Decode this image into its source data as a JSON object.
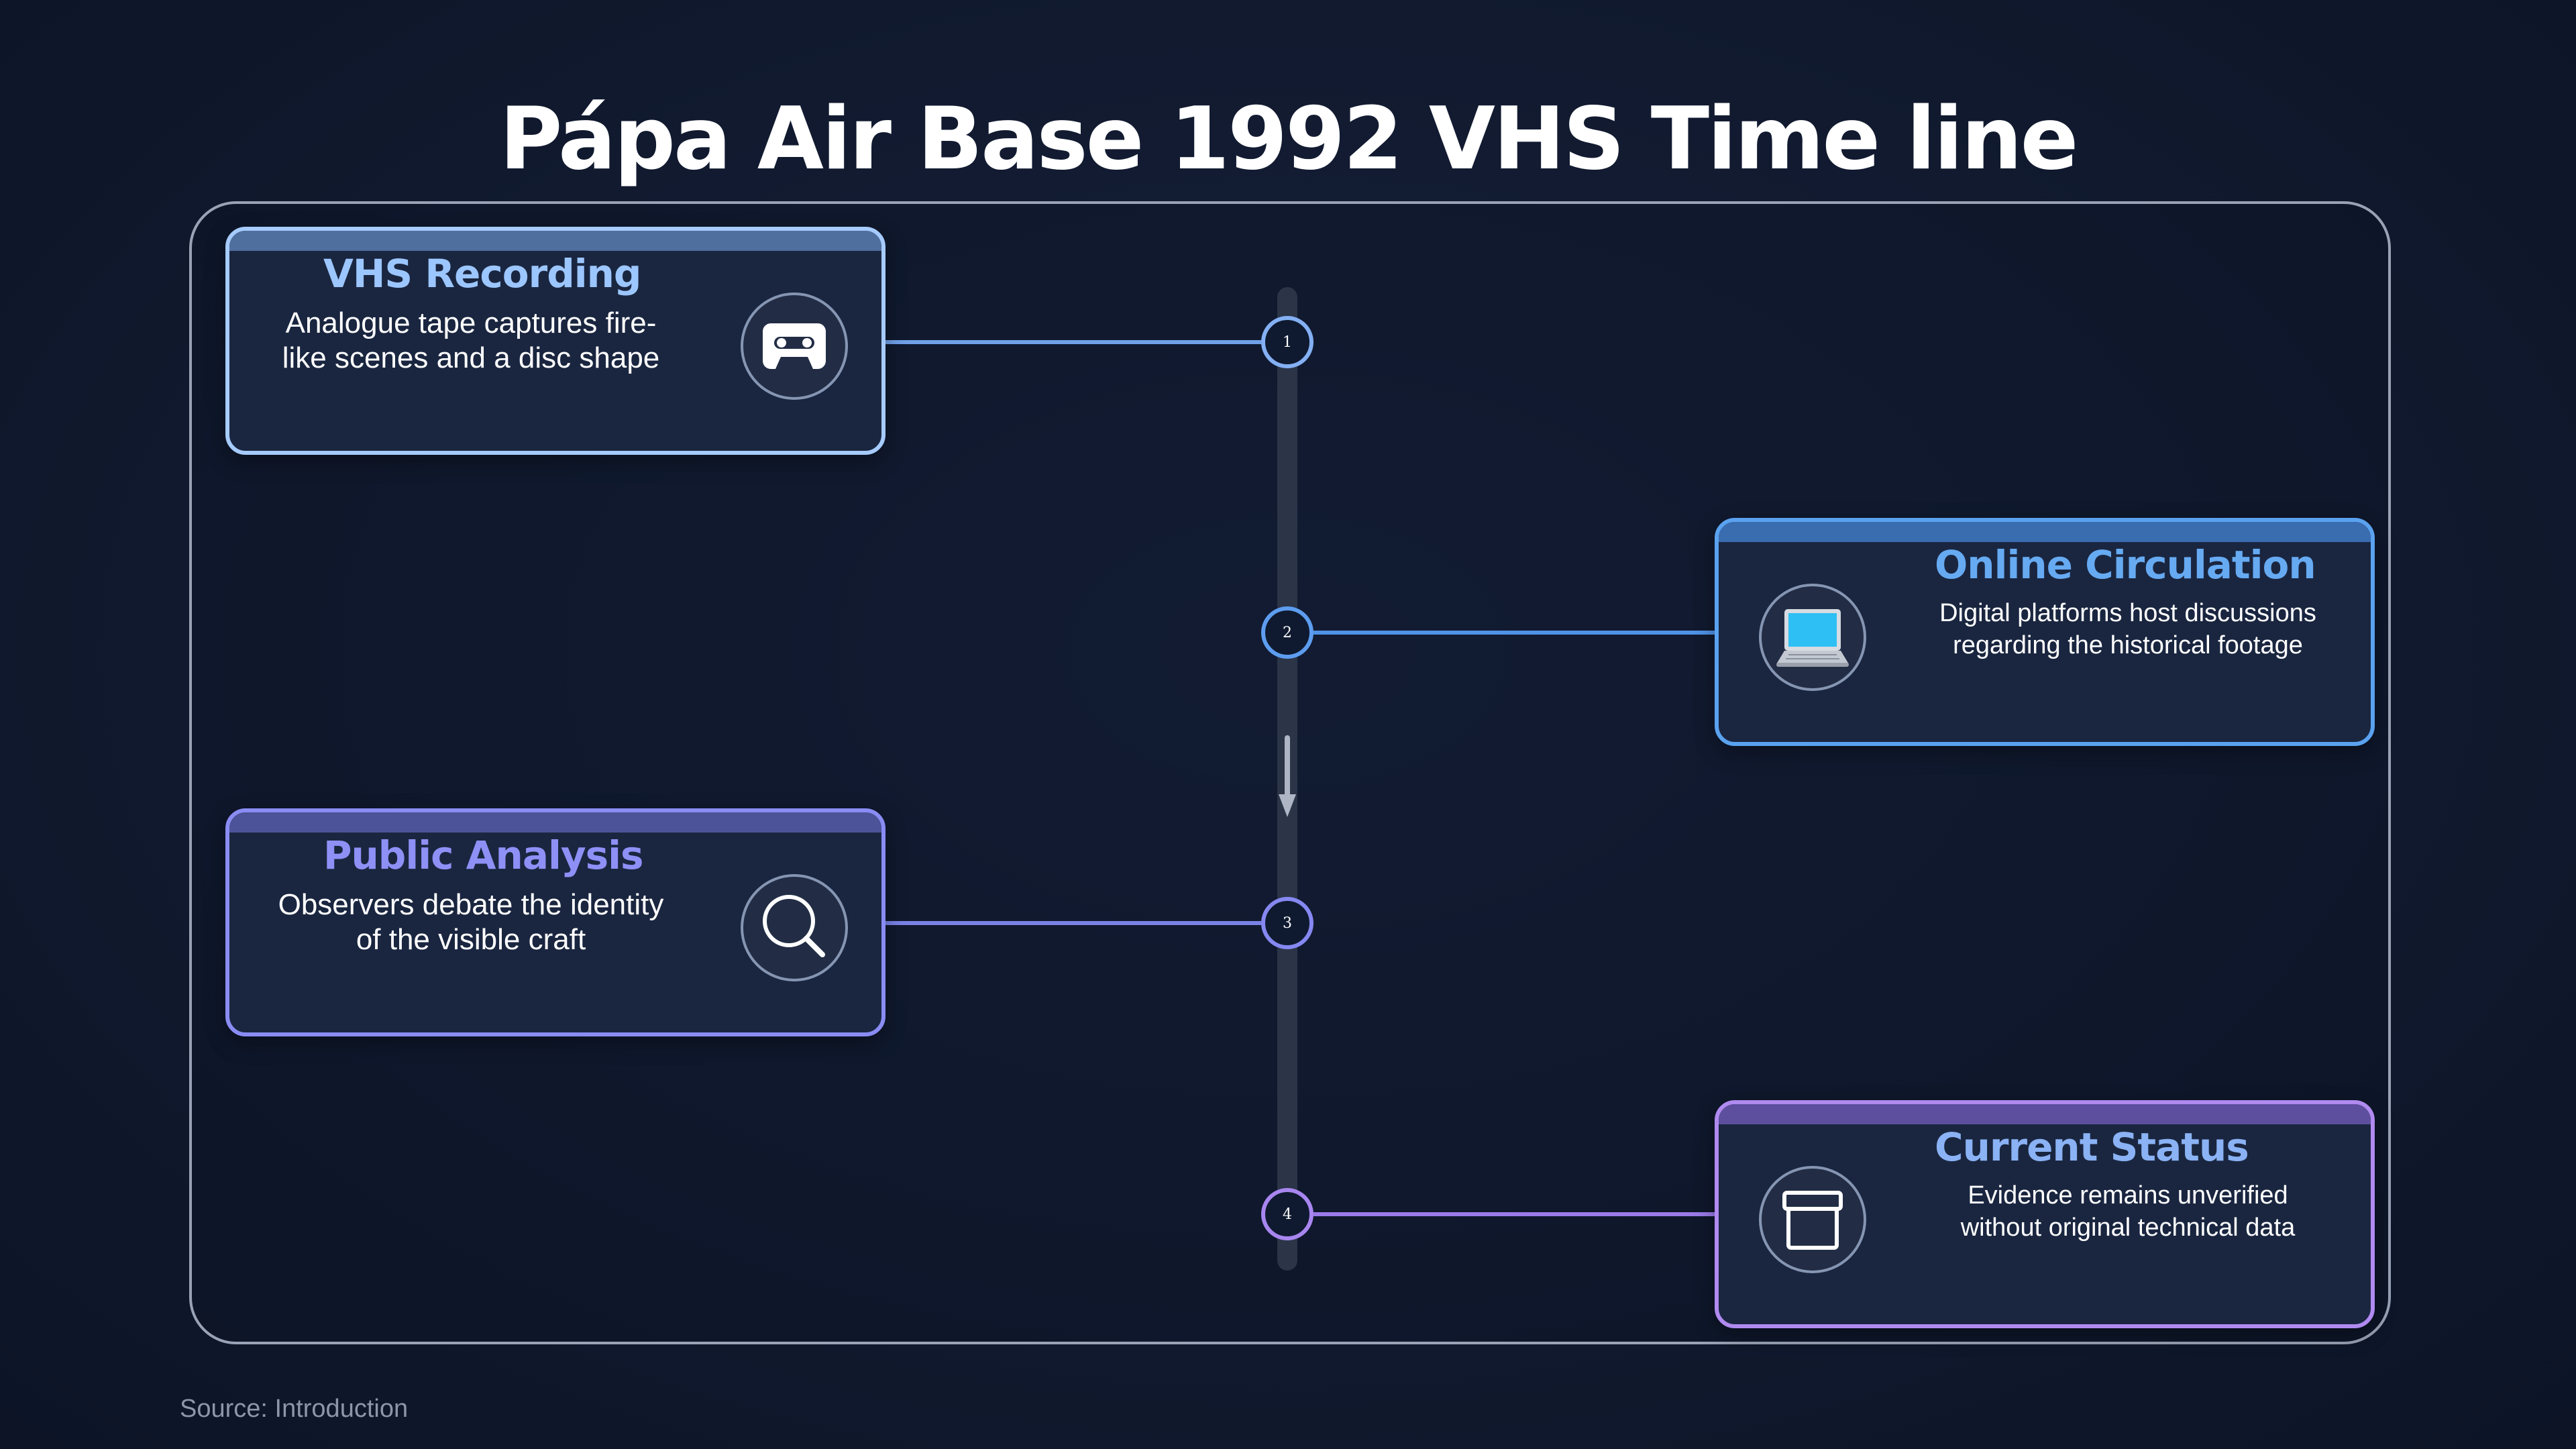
{
  "title": "Pápa Air Base 1992 VHS Time line",
  "source": "Source: Introduction",
  "colors": {
    "background": "#111a2f",
    "frame_border": "#9aa3b6",
    "card_fill": "#1a2640",
    "step1_accent": "#9cc6ff",
    "step2_accent": "#5aa2f0",
    "step3_accent": "#8a8cf4",
    "step4_accent": "#b08af0"
  },
  "steps": [
    {
      "number": "1",
      "title": "VHS Recording",
      "description_lines": [
        "Analogue tape captures fire-",
        "like scenes and a disc shape"
      ],
      "icon": "cassette-icon",
      "side": "left"
    },
    {
      "number": "2",
      "title": "Online Circulation",
      "description_lines": [
        "Digital platforms host discussions",
        "regarding the historical footage"
      ],
      "icon": "laptop-icon",
      "side": "right"
    },
    {
      "number": "3",
      "title": "Public Analysis",
      "description_lines": [
        "Observers debate the identity",
        "of the visible craft"
      ],
      "icon": "magnifier-icon",
      "side": "left"
    },
    {
      "number": "4",
      "title": "Current Status",
      "description_lines": [
        "Evidence remains unverified",
        "without original technical data"
      ],
      "icon": "archive-box-icon",
      "side": "right"
    }
  ]
}
